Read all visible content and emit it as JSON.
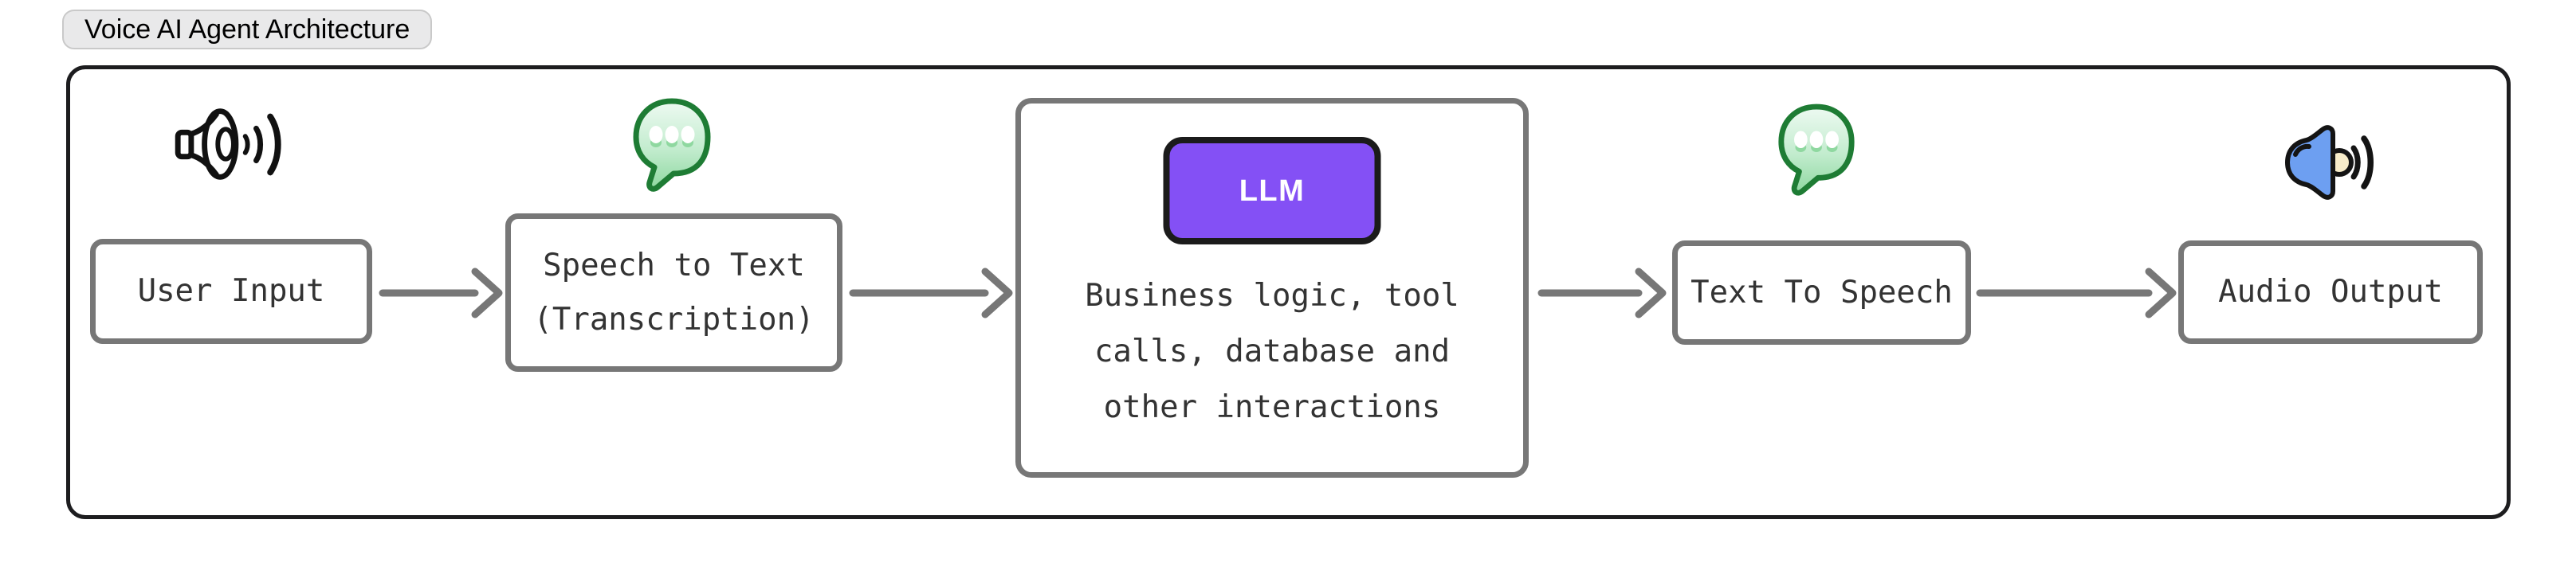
{
  "frame_label": "Voice AI Agent Architecture",
  "nodes": {
    "user_input": {
      "label": "User Input",
      "icon": "speaker-doodle-icon"
    },
    "speech_to_text": {
      "line1": "Speech to Text",
      "line2": "(Transcription)",
      "icon": "speech-balloon-icon"
    },
    "llm_agent": {
      "badge_label": "LLM",
      "line1": "Business logic, tool",
      "line2": "calls, database and",
      "line3": "other interactions"
    },
    "text_to_speech": {
      "label": "Text To Speech",
      "icon": "speech-balloon-icon"
    },
    "audio_output": {
      "label": "Audio Output",
      "icon": "speaker-blue-icon"
    }
  },
  "flow": [
    "user_input",
    "speech_to_text",
    "llm_agent",
    "text_to_speech",
    "audio_output"
  ],
  "colors": {
    "node_border": "#777777",
    "arrow": "#777777",
    "frame_border": "#1d1d1f",
    "chip_bg": "#e9e9ea",
    "chip_border": "#c9c9c9",
    "llm_fill": "#8450f5",
    "llm_border": "#1b1b1b",
    "node_text": "#333333",
    "balloon_green": "#1e7c34",
    "speaker_blue": "#6d9ff1",
    "speaker_cream": "#f7ecca"
  }
}
